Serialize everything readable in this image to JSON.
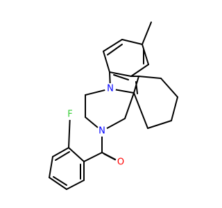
{
  "molecule": {
    "colors": {
      "background": "#ffffff",
      "bond": "#000000",
      "nitrogen": "#0000ff",
      "oxygen": "#ff0000",
      "fluorine": "#33cc33"
    },
    "atom_labels": {
      "n1": "N",
      "n2": "N",
      "o": "O",
      "f": "F"
    }
  }
}
